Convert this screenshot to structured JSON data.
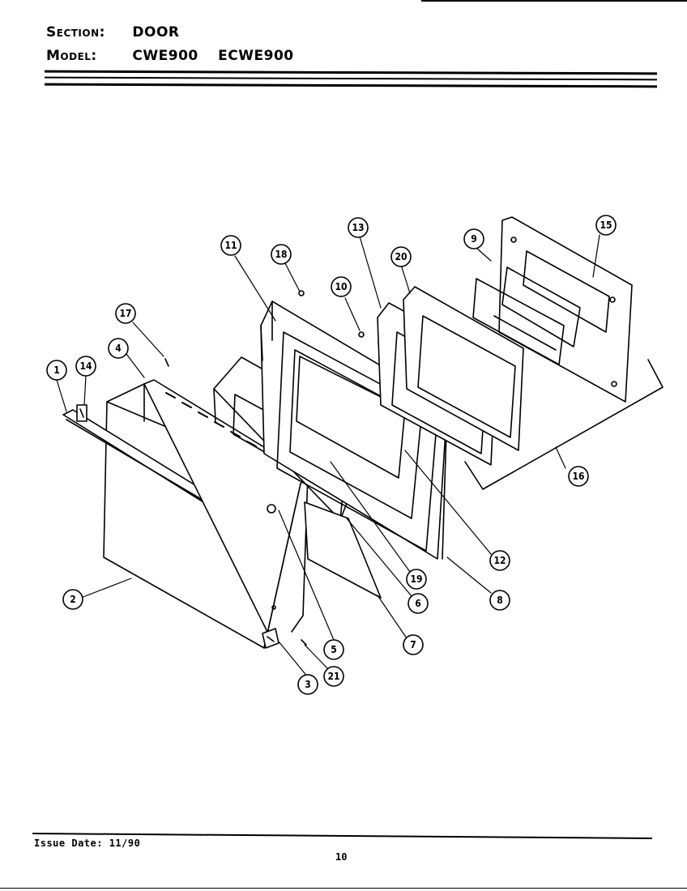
{
  "header": {
    "section_label": "Section:",
    "section_value": "DOOR",
    "model_label": "Model:",
    "models": [
      "CWE900",
      "ECWE900"
    ]
  },
  "callouts": [
    "1",
    "2",
    "3",
    "4",
    "5",
    "6",
    "7",
    "8",
    "9",
    "10",
    "11",
    "12",
    "13",
    "14",
    "15",
    "16",
    "17",
    "18",
    "19",
    "20",
    "21"
  ],
  "footer": {
    "issue_date": "Issue Date: 11/90",
    "page_number": "10"
  }
}
